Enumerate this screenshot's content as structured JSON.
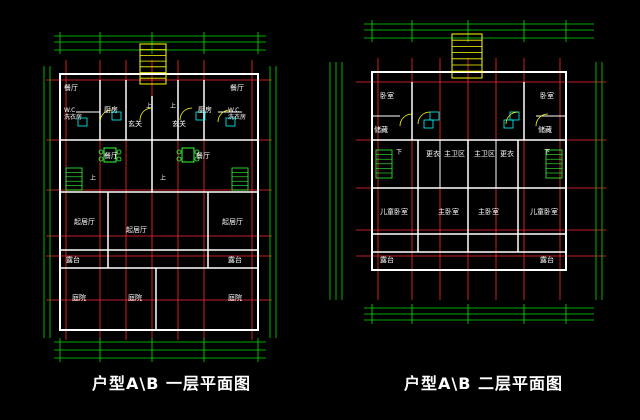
{
  "colors": {
    "background": "#000000",
    "wall": "#ffffff",
    "axis_red": "#ff2a2a",
    "dimension_green": "#00e000",
    "stair_yellow": "#ffff00",
    "fixture_cyan": "#00ffff",
    "furniture_green": "#33ff33",
    "label": "#ffffff"
  },
  "plans": [
    {
      "title": "户型A\\B 一层平面图",
      "rooms": [
        "餐厅",
        "餐厅",
        "厨房",
        "厨房",
        "玄关",
        "玄关",
        "餐厅",
        "餐厅",
        "起居厅",
        "起居厅",
        "起居厅",
        "露台",
        "露台",
        "庭院",
        "庭院",
        "庭院"
      ],
      "marks": [
        "上",
        "上",
        "上",
        "上",
        "W.C\n洗衣房",
        "W.C\n洗衣房"
      ]
    },
    {
      "title": "户型A\\B 二层平面图",
      "rooms": [
        "卧室",
        "卧室",
        "储藏",
        "储藏",
        "更衣",
        "主卫区",
        "主卫区",
        "更衣",
        "主卧室",
        "主卧室",
        "儿童卧室",
        "儿童卧室",
        "露台",
        "露台"
      ],
      "marks": [
        "下",
        "下"
      ]
    }
  ]
}
